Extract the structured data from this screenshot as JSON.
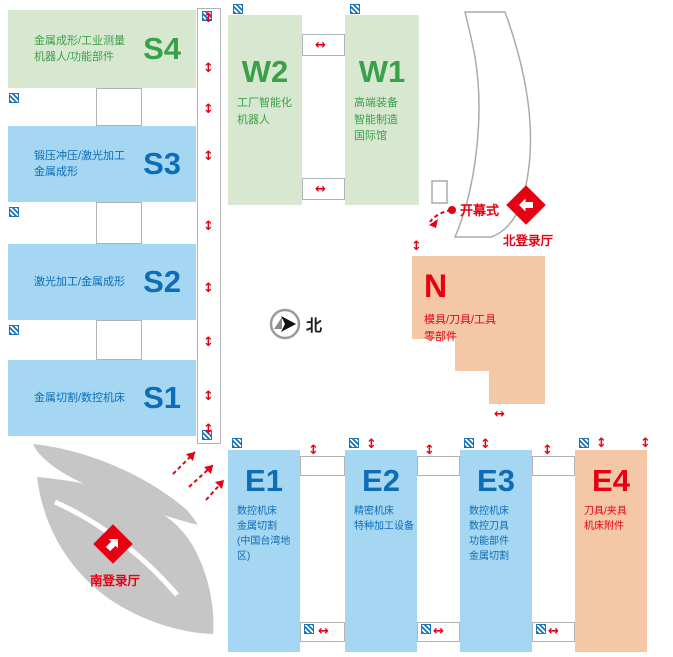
{
  "glyphs": {
    "v_arrow": "↕",
    "h_arrow": "↔"
  },
  "compass": {
    "label": "北"
  },
  "opening_ceremony": {
    "label": "开幕式"
  },
  "entrances": {
    "north": {
      "label": "北登录厅"
    },
    "south": {
      "label": "南登录厅"
    }
  },
  "halls": {
    "s4": {
      "label": "S4",
      "desc": "金属成形/工业测量\n机器人/功能部件"
    },
    "s3": {
      "label": "S3",
      "desc": "锻压冲压/激光加工\n金属成形"
    },
    "s2": {
      "label": "S2",
      "desc": "激光加工/金属成形"
    },
    "s1": {
      "label": "S1",
      "desc": "金属切割/数控机床"
    },
    "w2": {
      "label": "W2",
      "desc": "工厂智能化\n机器人"
    },
    "w1": {
      "label": "W1",
      "desc": "高端装备\n智能制造\n国际馆"
    },
    "n": {
      "label": "N",
      "desc": "模具/刀具/工具\n零部件"
    },
    "e1": {
      "label": "E1",
      "desc": "数控机床\n金属切割\n(中国台湾地区)"
    },
    "e2": {
      "label": "E2",
      "desc": "精密机床\n特种加工设备"
    },
    "e3": {
      "label": "E3",
      "desc": "数控机床\n数控刀具\n功能部件\n金属切割"
    },
    "e4": {
      "label": "E4",
      "desc": "刀具/夹具\n机床附件"
    }
  },
  "colors": {
    "blue_fill": "#a5d7f2",
    "green_fill": "#d8e8d0",
    "salmon_fill": "#f4c8a6",
    "blue_text": "#0d6db6",
    "green_text": "#3aa14b",
    "red": "#e60012"
  }
}
